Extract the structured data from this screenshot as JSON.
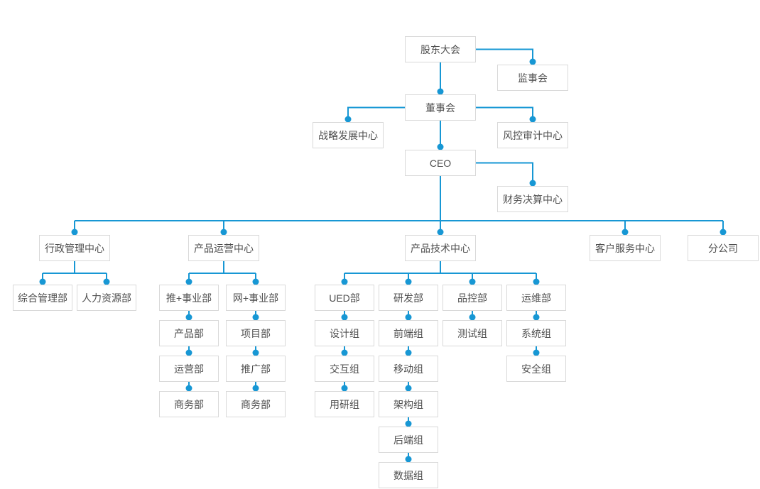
{
  "diagram": {
    "type": "org-chart",
    "colors": {
      "connector": "#1797d4",
      "node_border": "#d9d9d9",
      "node_text": "#4f4f4f",
      "background": "#ffffff"
    },
    "nodes": {
      "shareholders_meeting": "股东大会",
      "supervisory_board": "监事会",
      "board_of_directors": "董事会",
      "strategy_development_center": "战略发展中心",
      "risk_audit_center": "风控审计中心",
      "ceo": "CEO",
      "finance_settlement_center": "财务决算中心",
      "admin_management_center": "行政管理中心",
      "product_operations_center": "产品运营中心",
      "product_tech_center": "产品技术中心",
      "customer_service_center": "客户服务中心",
      "branch_company": "分公司",
      "general_management_dept": "综合管理部",
      "hr_dept": "人力资源部",
      "tui_division": "推+事业部",
      "wang_division": "网+事业部",
      "product_dept": "产品部",
      "operations_dept": "运营部",
      "business_dept_a": "商务部",
      "project_dept": "项目部",
      "promotion_dept": "推广部",
      "business_dept_b": "商务部",
      "ued_dept": "UED部",
      "design_group": "设计组",
      "interaction_group": "交互组",
      "user_research_group": "用研组",
      "rd_dept": "研发部",
      "frontend_group": "前端组",
      "mobile_group": "移动组",
      "architecture_group": "架构组",
      "backend_group": "后端组",
      "data_group": "数据组",
      "qc_dept": "品控部",
      "testing_group": "测试组",
      "om_dept": "运维部",
      "system_group": "系统组",
      "security_group": "安全组"
    },
    "edges": [
      [
        "股东大会",
        "监事会"
      ],
      [
        "股东大会",
        "董事会"
      ],
      [
        "董事会",
        "战略发展中心"
      ],
      [
        "董事会",
        "风控审计中心"
      ],
      [
        "董事会",
        "CEO"
      ],
      [
        "CEO",
        "财务决算中心"
      ],
      [
        "CEO",
        "行政管理中心"
      ],
      [
        "CEO",
        "产品运营中心"
      ],
      [
        "CEO",
        "产品技术中心"
      ],
      [
        "CEO",
        "客户服务中心"
      ],
      [
        "CEO",
        "分公司"
      ],
      [
        "行政管理中心",
        "综合管理部"
      ],
      [
        "行政管理中心",
        "人力资源部"
      ],
      [
        "产品运营中心",
        "推+事业部"
      ],
      [
        "产品运营中心",
        "网+事业部"
      ],
      [
        "推+事业部",
        "产品部"
      ],
      [
        "产品部",
        "运营部"
      ],
      [
        "运营部",
        "商务部"
      ],
      [
        "网+事业部",
        "项目部"
      ],
      [
        "项目部",
        "推广部"
      ],
      [
        "推广部",
        "商务部"
      ],
      [
        "产品技术中心",
        "UED部"
      ],
      [
        "产品技术中心",
        "研发部"
      ],
      [
        "产品技术中心",
        "品控部"
      ],
      [
        "产品技术中心",
        "运维部"
      ],
      [
        "UED部",
        "设计组"
      ],
      [
        "设计组",
        "交互组"
      ],
      [
        "交互组",
        "用研组"
      ],
      [
        "研发部",
        "前端组"
      ],
      [
        "前端组",
        "移动组"
      ],
      [
        "移动组",
        "架构组"
      ],
      [
        "架构组",
        "后端组"
      ],
      [
        "后端组",
        "数据组"
      ],
      [
        "品控部",
        "测试组"
      ],
      [
        "运维部",
        "系统组"
      ],
      [
        "系统组",
        "安全组"
      ]
    ]
  }
}
